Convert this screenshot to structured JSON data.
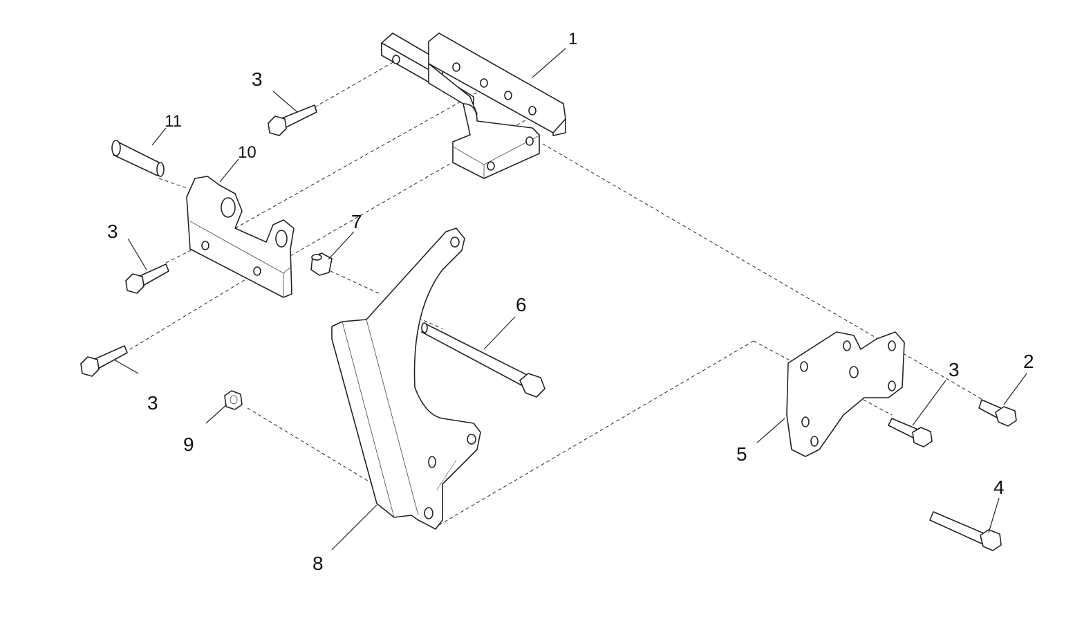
{
  "diagram": {
    "type": "exploded-parts-view",
    "callouts": {
      "c1": "1",
      "c2": "2",
      "c3a": "3",
      "c3b": "3",
      "c3c": "3",
      "c3d": "3",
      "c4": "4",
      "c5": "5",
      "c6": "6",
      "c7": "7",
      "c8": "8",
      "c9": "9",
      "c10": "10",
      "c11": "11"
    }
  }
}
